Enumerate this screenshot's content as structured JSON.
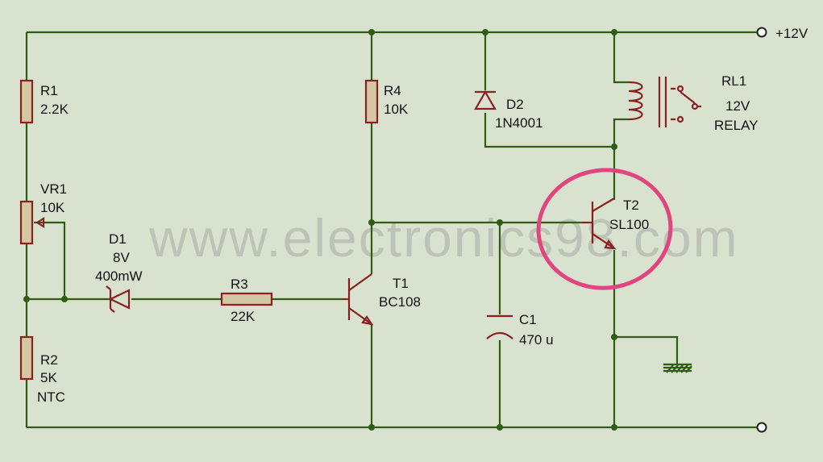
{
  "watermark": "www.electronics98.com",
  "terminals": {
    "positive": "+12V"
  },
  "components": {
    "r1": {
      "ref": "R1",
      "value": "2.2K"
    },
    "vr1": {
      "ref": "VR1",
      "value": "10K"
    },
    "r2": {
      "ref": "R2",
      "value": "5K",
      "note": "NTC"
    },
    "d1": {
      "ref": "D1",
      "value": "8V",
      "rating": "400mW"
    },
    "r3": {
      "ref": "R3",
      "value": "22K"
    },
    "r4": {
      "ref": "R4",
      "value": "10K"
    },
    "t1": {
      "ref": "T1",
      "value": "BC108"
    },
    "d2": {
      "ref": "D2",
      "value": "1N4001"
    },
    "rl1": {
      "ref": "RL1",
      "value": "12V",
      "type": "RELAY"
    },
    "t2": {
      "ref": "T2",
      "value": "SL100"
    },
    "c1": {
      "ref": "C1",
      "value": "470 u"
    }
  },
  "colors": {
    "background": "#d9e2cf",
    "wire": "#2f5d14",
    "component": "#8a2020",
    "highlight": "#e0457f"
  }
}
